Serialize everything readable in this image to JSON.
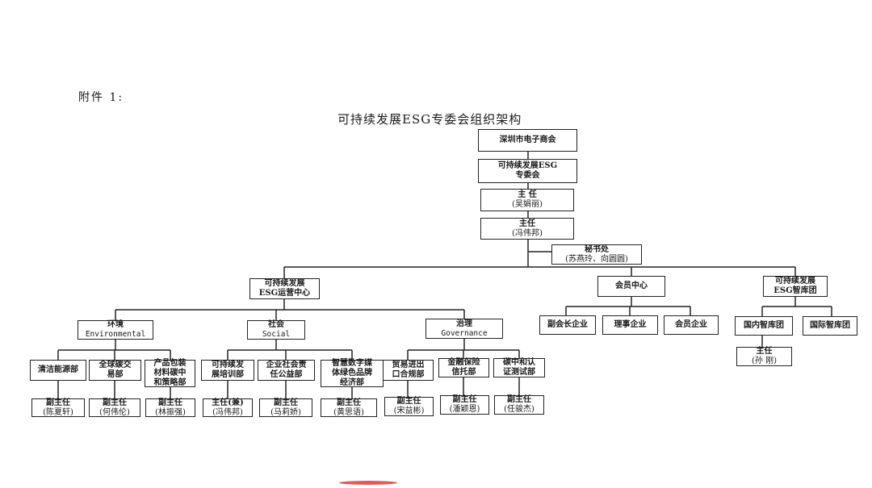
{
  "header": {
    "attachment": "附件 1:",
    "title": "可持续发展ESG专委会组织架构"
  },
  "chart": {
    "root": "深圳市电子商会",
    "committee": [
      "可持续发展ESG",
      "专委会"
    ],
    "chair": [
      "主 任",
      "(吴娟丽)"
    ],
    "director": [
      "主任",
      "(冯伟邦)"
    ],
    "secretariat": [
      "秘书处",
      "(苏燕玲、向圆圆)"
    ],
    "ops_center": [
      "可持续发展",
      "ESG运营中心"
    ],
    "member_center": "会员中心",
    "think_tank": [
      "可持续发展",
      "ESG智库团"
    ],
    "env": [
      "环境",
      "Environmental"
    ],
    "soc": [
      "社会",
      "Social"
    ],
    "gov": [
      "治理",
      "Governance"
    ],
    "dept_clean": "清洁能源部",
    "dept_carbon_trade": [
      "全球碳交",
      "易部"
    ],
    "dept_packaging": [
      "产品包装",
      "材料碳中",
      "和策略部"
    ],
    "dept_training": [
      "可持续发",
      "展培训部"
    ],
    "dept_csr": [
      "企业社会责",
      "任公益部"
    ],
    "dept_media": [
      "智慧数字媒",
      "体绿色品牌",
      "经济部"
    ],
    "dept_trade": [
      "贸易进出",
      "口合规部"
    ],
    "dept_finance": [
      "金融保险",
      "信托部"
    ],
    "dept_cert": [
      "碳中和认",
      "证测试部"
    ],
    "lead_clean": [
      "副主任",
      "(陈夏轩)"
    ],
    "lead_carbon_trade": [
      "副主任",
      "(何伟伦)"
    ],
    "lead_packaging": [
      "副主任",
      "(林振强)"
    ],
    "lead_training": [
      "主任(兼)",
      "(冯伟邦)"
    ],
    "lead_csr": [
      "副主任",
      "(马莉娇)"
    ],
    "lead_media": [
      "副主任",
      "(黄思语)"
    ],
    "lead_trade": [
      "副主任",
      "(宋益彬)"
    ],
    "lead_finance": [
      "副主任",
      "(潘颖恩)"
    ],
    "lead_cert": [
      "副主任",
      "(任骏杰)"
    ],
    "member_vp": "副会长企业",
    "member_director": "理事企业",
    "member_regular": "会员企业",
    "tank_domestic": "国内智库团",
    "tank_international": "国际智库团",
    "tank_lead": [
      "主任",
      "(孙 刚)"
    ]
  }
}
